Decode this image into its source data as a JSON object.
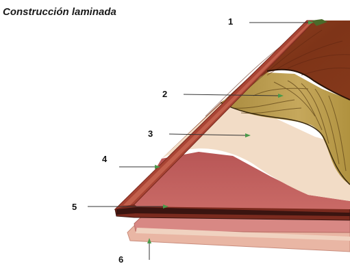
{
  "diagram": {
    "title": "Construcción laminada",
    "callouts": [
      {
        "id": "1",
        "label": "1"
      },
      {
        "id": "2",
        "label": "2"
      },
      {
        "id": "3",
        "label": "3"
      },
      {
        "id": "4",
        "label": "4"
      },
      {
        "id": "5",
        "label": "5"
      },
      {
        "id": "6",
        "label": "6"
      }
    ],
    "colors": {
      "wood_top": "#8a3a1e",
      "wood_dark": "#6e2a12",
      "oak_layer": "#b89a4e",
      "cream_layer": "#f1dcc6",
      "core_layer": "#c06060",
      "side_edge": "#a84434",
      "tongue_dark": "#3a1410",
      "bottom_board": "#d98a86",
      "balance_layer": "#e7b09e",
      "leader_line": "#333333",
      "arrow_green": "#4a9a4a"
    }
  }
}
